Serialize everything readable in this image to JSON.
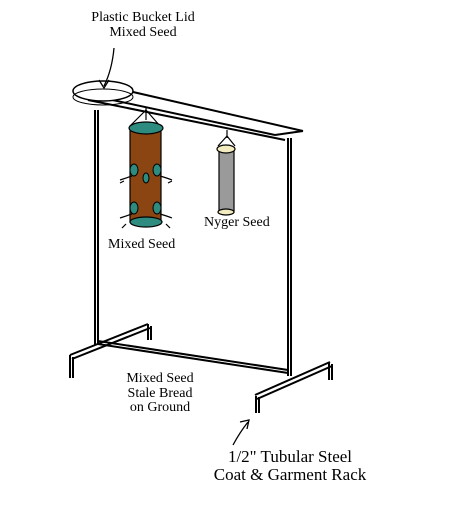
{
  "labels": {
    "lid_line1": "Plastic Bucket Lid",
    "lid_line2": "Mixed Seed",
    "mixed_seed_feeder": "Mixed Seed",
    "nyger_seed": "Nyger Seed",
    "ground_line1": "Mixed Seed",
    "ground_line2": "Stale Bread",
    "ground_line3": "on Ground",
    "rack_line1": "1/2\" Tubular Steel",
    "rack_line2": "Coat & Garment Rack"
  },
  "colors": {
    "line": "#000000",
    "lid_fill": "#ffffff",
    "feeder_tube": "#8b4513",
    "feeder_cap": "#2e8b7f",
    "feeder_ports": "#2e8b7f",
    "nyger_tube": "#9a9a9a",
    "nyger_cap": "#f3ecc0"
  }
}
